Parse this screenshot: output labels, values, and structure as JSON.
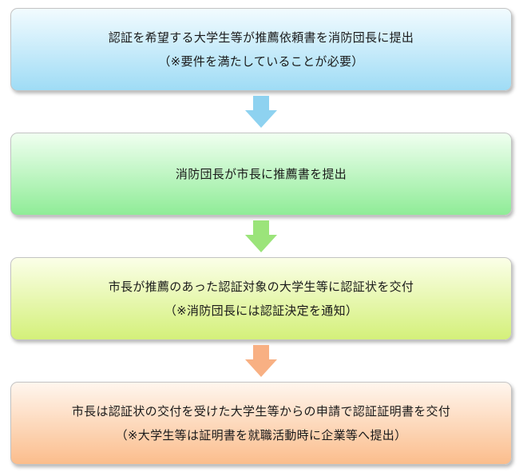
{
  "steps": [
    {
      "line1": "認証を希望する大学生等が推薦依頼書を消防団長に提出",
      "line2": "（※要件を満たしていることが必要）"
    },
    {
      "line1": "消防団長が市長に推薦書を提出"
    },
    {
      "line1": "市長が推薦のあった認証対象の大学生等に認証状を交付",
      "line2": "（※消防団長には認証決定を通知）"
    },
    {
      "line1": "市長は認証状の交付を受けた大学生等からの申請で認証証明書を交付",
      "line2": "（※大学生等は証明書を就職活動時に企業等へ提出）"
    }
  ],
  "colors": {
    "step1": "#9fdcf5",
    "step2": "#8fec97",
    "step3": "#d4f07a",
    "step4": "#fbbd8c",
    "arrow1": "#8ed2f0",
    "arrow2": "#9be47a",
    "arrow3": "#f8b083"
  }
}
